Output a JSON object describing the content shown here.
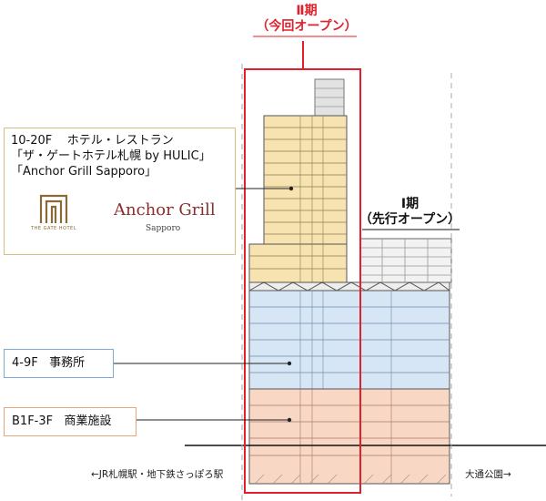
{
  "phase2": {
    "title": "Ⅱ期",
    "subtitle": "（今回オープン）"
  },
  "phase1": {
    "title": "Ⅰ期",
    "subtitle": "（先行オープン）"
  },
  "hotel_callout": {
    "floors": "10-20F",
    "category": "ホテル・レストラン",
    "line2": "「ザ・ゲートホテル札幌 by HULIC」",
    "line3": "「Anchor Grill Sapporo」",
    "gate_logo_text": "THE GATE HOTEL",
    "anchor_logo_name": "Anchor Grill",
    "anchor_logo_sub": "Sapporo"
  },
  "office_callout": {
    "floors": "4-9F",
    "label": "事務所"
  },
  "commercial_callout": {
    "floors": "B1F-3F",
    "label": "商業施設"
  },
  "directions": {
    "left": "←JR札幌駅・地下鉄さっぽろ駅",
    "right": "大通公園→"
  },
  "colors": {
    "hotel_zone": "#f6e3b0",
    "office_zone": "#d7e6f5",
    "commercial_zone": "#f8d7c4",
    "phase2_outline": "#e0202a",
    "hotel_callout_border": "#d8be82",
    "office_callout_border": "#7fa9d8",
    "commercial_callout_border": "#e9a67a"
  }
}
